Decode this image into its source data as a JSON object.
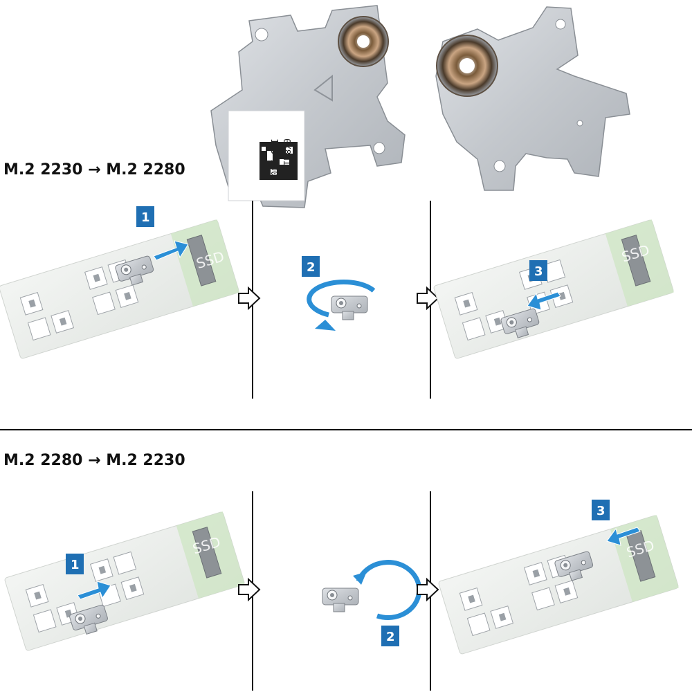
{
  "sections": [
    {
      "heading": "M.2 2230 → M.2 2280",
      "steps": [
        "1",
        "2",
        "3"
      ]
    },
    {
      "heading": "M.2 2280 → M.2 2230",
      "steps": [
        "1",
        "2",
        "3"
      ]
    }
  ],
  "bracket_label": {
    "line1": "0X8M19",
    "line2": "11D A00"
  },
  "board_silkscreen": "SSD",
  "colors": {
    "badge": "#1f6fb3",
    "arrow": "#2b8fd6",
    "board": "#e8ece8",
    "connector_area": "#cfe6c6",
    "metal": "#c9ccd0",
    "divider": "#111111"
  },
  "icons": {
    "next_step": "hollow-right-arrow-icon",
    "rotate": "rotate-circle-arrow-icon",
    "push": "push-arrow-icon"
  }
}
